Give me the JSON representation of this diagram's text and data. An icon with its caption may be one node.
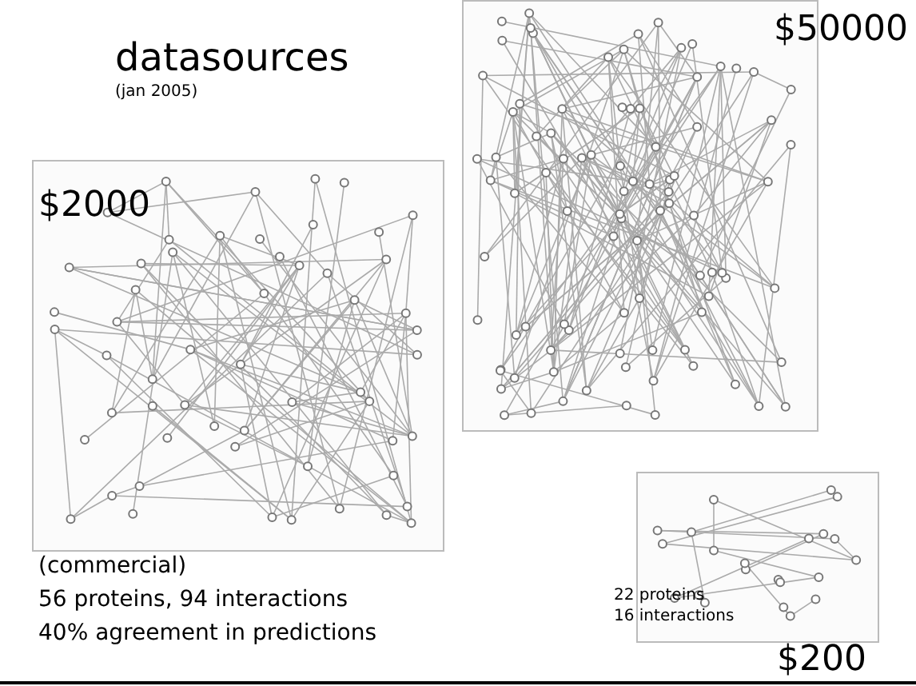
{
  "diagram": {
    "title": "datasources",
    "labels": [
      "(jan 2005)",
      "$50000",
      "$2000",
      "(commercial)",
      "56 proteins, 94 interactions",
      "40% agreement in predictions",
      "22 proteins",
      "16 interactions",
      "$200"
    ]
  }
}
